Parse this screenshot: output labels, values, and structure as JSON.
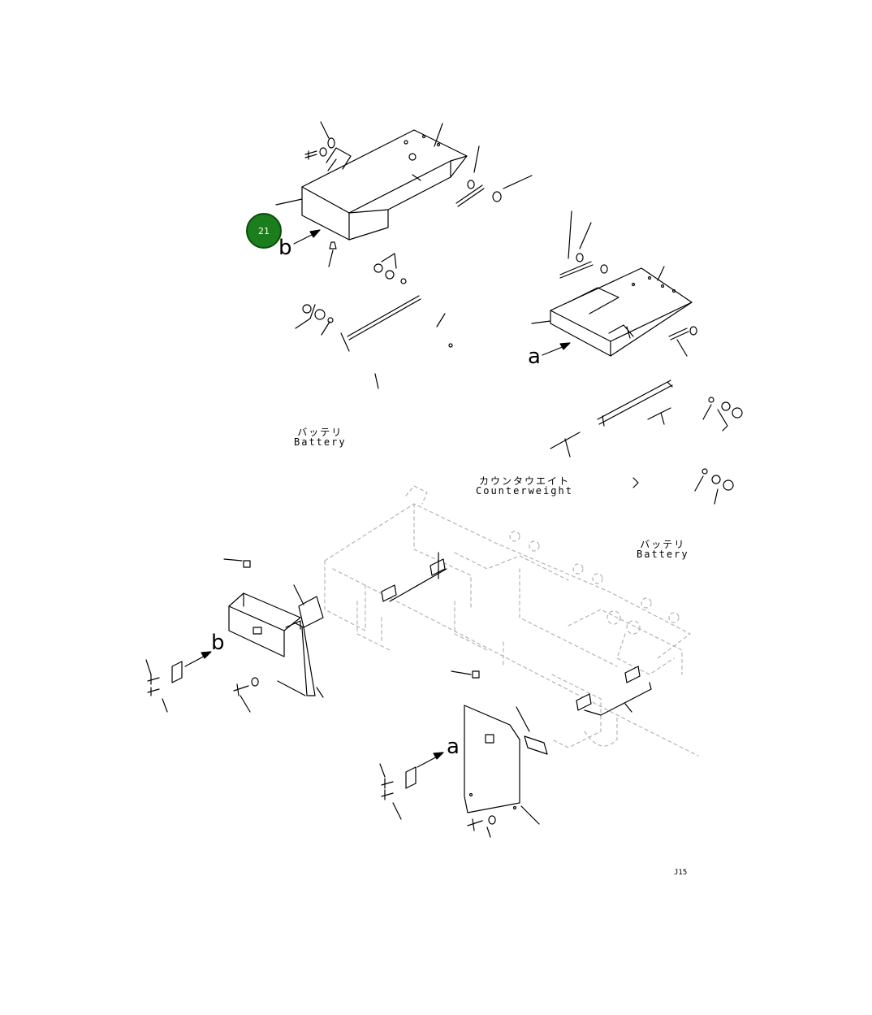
{
  "callout": {
    "number": "21"
  },
  "view_letters": {
    "a": "a",
    "b": "b"
  },
  "labels": {
    "battery_left_jp": "バッテリ",
    "battery_left_en": "Battery",
    "counterweight_jp": "カウンタウエイト",
    "counterweight_en": "Counterweight",
    "battery_right_jp": "バッテリ",
    "battery_right_en": "Battery"
  },
  "page_code": "J15"
}
